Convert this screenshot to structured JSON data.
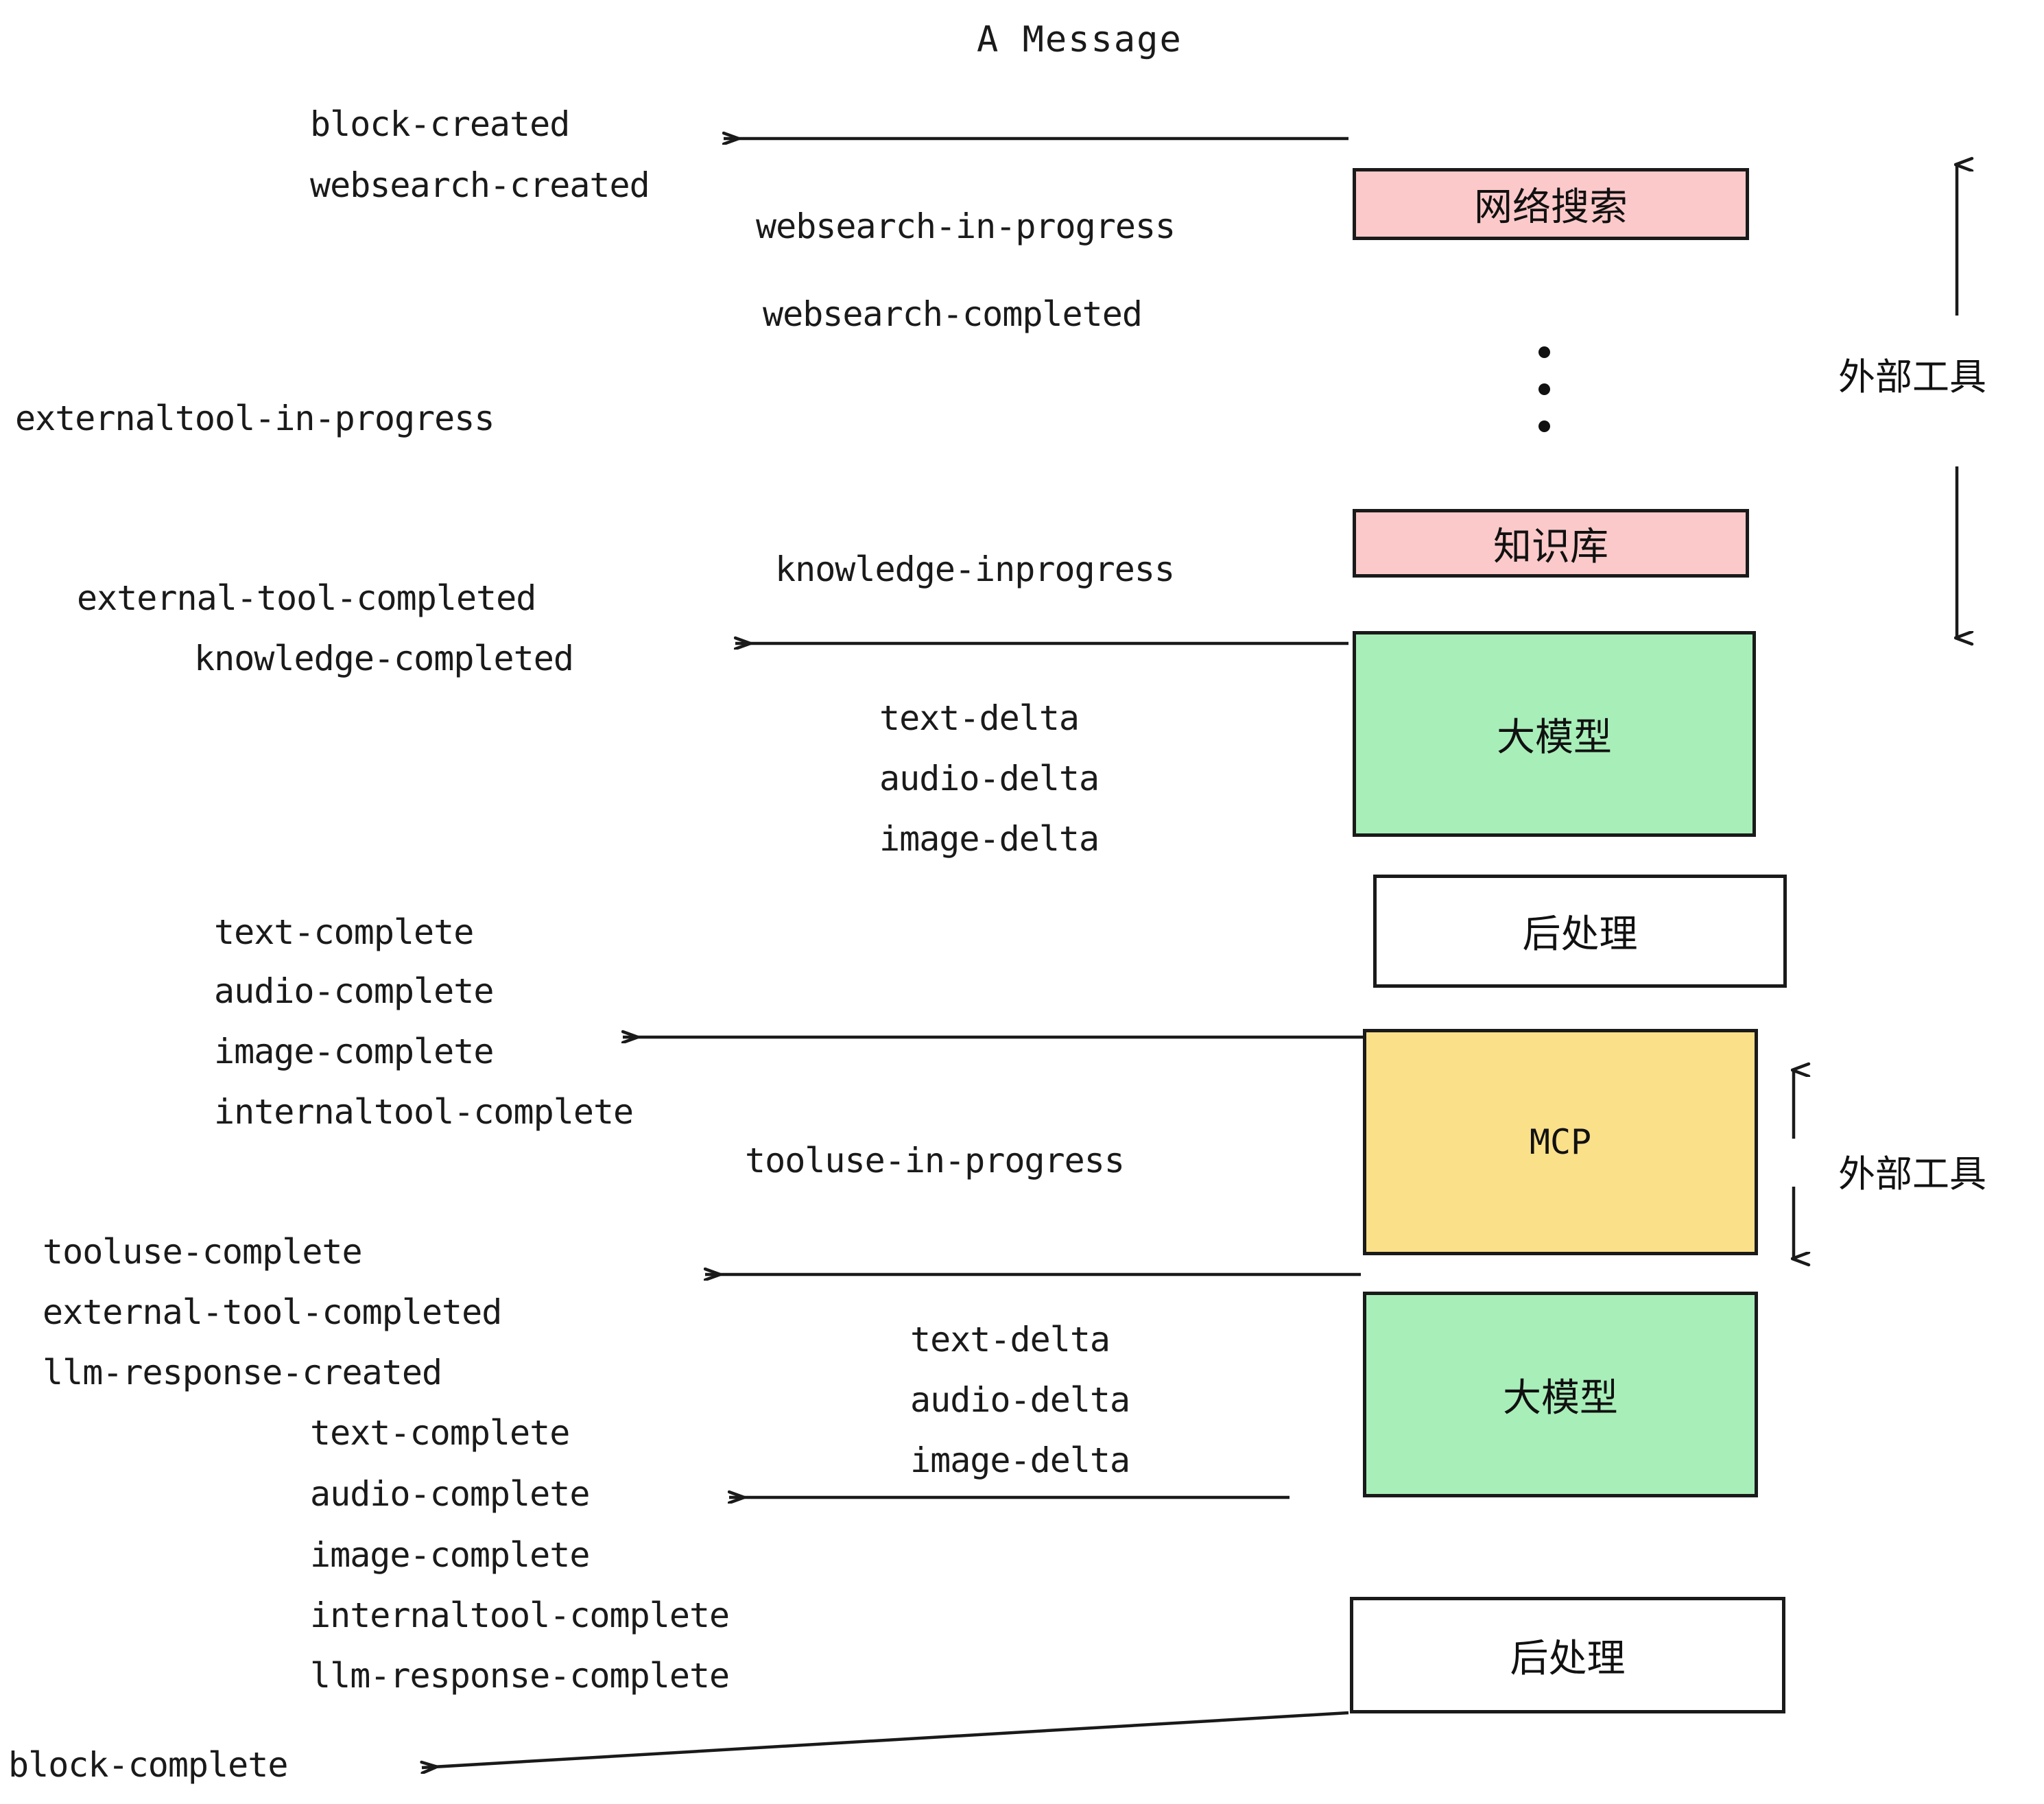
{
  "title": "A Message",
  "colors": {
    "pink": "#fbc9c9",
    "green": "#a8eeb9",
    "yellow": "#fbe08a",
    "white": "#ffffff",
    "stroke": "#1a1a1a",
    "text": "#1a1a1a"
  },
  "boxes": [
    {
      "id": "websearch",
      "label": "网络搜索",
      "fill": "#fbc9c9"
    },
    {
      "id": "knowledgebase",
      "label": "知识库",
      "fill": "#fbc9c9"
    },
    {
      "id": "llm-1",
      "label": "大模型",
      "fill": "#a8eeb9"
    },
    {
      "id": "postprocess-1",
      "label": "后处理",
      "fill": "#ffffff"
    },
    {
      "id": "mcp",
      "label": "MCP",
      "fill": "#fbe08a"
    },
    {
      "id": "llm-2",
      "label": "大模型",
      "fill": "#a8eeb9"
    },
    {
      "id": "postprocess-2",
      "label": "后处理",
      "fill": "#ffffff"
    }
  ],
  "side_labels": [
    {
      "id": "external-tools-top",
      "text": "外部工具"
    },
    {
      "id": "external-tools-bottom",
      "text": "外部工具"
    }
  ],
  "events": [
    {
      "id": "block-created",
      "text": "block-created"
    },
    {
      "id": "websearch-created",
      "text": "websearch-created"
    },
    {
      "id": "websearch-in-progress",
      "text": "websearch-in-progress"
    },
    {
      "id": "websearch-completed",
      "text": "websearch-completed"
    },
    {
      "id": "externaltool-in-progress",
      "text": "externaltool-in-progress"
    },
    {
      "id": "knowledge-inprogress",
      "text": "knowledge-inprogress"
    },
    {
      "id": "external-tool-completed-1",
      "text": "external-tool-completed"
    },
    {
      "id": "knowledge-completed",
      "text": "knowledge-completed"
    },
    {
      "id": "text-delta-1",
      "text": "text-delta"
    },
    {
      "id": "audio-delta-1",
      "text": "audio-delta"
    },
    {
      "id": "image-delta-1",
      "text": "image-delta"
    },
    {
      "id": "text-complete-1",
      "text": "text-complete"
    },
    {
      "id": "audio-complete-1",
      "text": "audio-complete"
    },
    {
      "id": "image-complete-1",
      "text": "image-complete"
    },
    {
      "id": "internaltool-complete-1",
      "text": "internaltool-complete"
    },
    {
      "id": "tooluse-in-progress",
      "text": "tooluse-in-progress"
    },
    {
      "id": "tooluse-complete",
      "text": "tooluse-complete"
    },
    {
      "id": "external-tool-completed-2",
      "text": "external-tool-completed"
    },
    {
      "id": "llm-response-created",
      "text": "llm-response-created"
    },
    {
      "id": "text-delta-2",
      "text": "text-delta"
    },
    {
      "id": "audio-delta-2",
      "text": "audio-delta"
    },
    {
      "id": "image-delta-2",
      "text": "image-delta"
    },
    {
      "id": "text-complete-2",
      "text": "text-complete"
    },
    {
      "id": "audio-complete-2",
      "text": "audio-complete"
    },
    {
      "id": "image-complete-2",
      "text": "image-complete"
    },
    {
      "id": "internaltool-complete-2",
      "text": "internaltool-complete"
    },
    {
      "id": "llm-response-complete",
      "text": "llm-response-complete"
    },
    {
      "id": "block-complete",
      "text": "block-complete"
    }
  ]
}
